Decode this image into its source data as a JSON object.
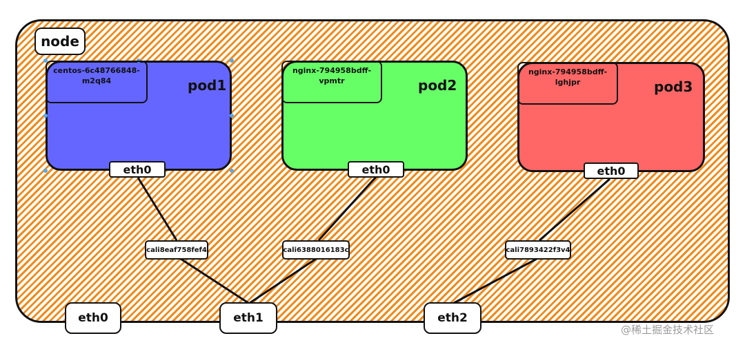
{
  "node": {
    "label": "node"
  },
  "pods": [
    {
      "title": "pod1",
      "name": "centos-6c48766848-\nm2q84",
      "color": "#6566ff",
      "iface": "eth0"
    },
    {
      "title": "pod2",
      "name": "nginx-794958bdff-\nvpmtr",
      "color": "#66ff66",
      "iface": "eth0"
    },
    {
      "title": "pod3",
      "name": "nginx-794958bdff-\nlghjpr",
      "color": "#ff6666",
      "iface": "eth0"
    }
  ],
  "cali": [
    "cali8eaf758fef4",
    "cali6388016183c",
    "cali7893422f3v4"
  ],
  "host_ifaces": [
    "eth0",
    "eth1",
    "eth2"
  ],
  "watermark": "@稀土掘金技术社区",
  "colors": {
    "stripe": "#f28a18",
    "border": "#111111"
  }
}
